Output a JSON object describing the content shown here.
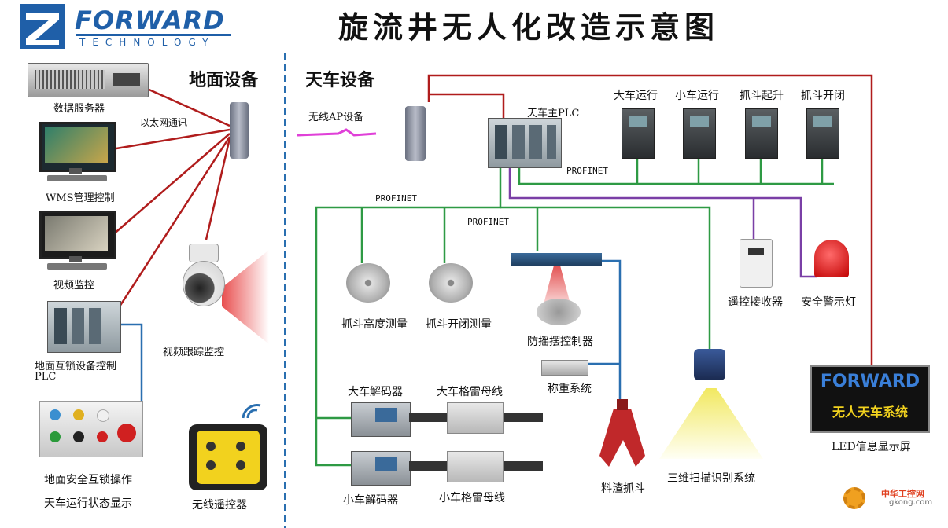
{
  "title": "旋流井无人化改造示意图",
  "logo": {
    "brand": "FORWARD",
    "sub": "TECHNOLOGY"
  },
  "sections": {
    "ground": "地面设备",
    "crane": "天车设备"
  },
  "ground": {
    "data_server": "数据服务器",
    "ethernet": "以太网通讯",
    "wms": "WMS管理控制",
    "video": "视频监控",
    "plc_line1": "地面互锁设备控制",
    "plc_line2": "PLC",
    "tracking": "视频跟踪监控",
    "op_line1": "地面安全互锁操作",
    "op_line2": "天车运行状态显示",
    "remote": "无线遥控器"
  },
  "crane": {
    "ap": "无线AP设备",
    "main_plc": "天车主PLC",
    "drives": [
      "大车运行",
      "小车运行",
      "抓斗起升",
      "抓斗开闭"
    ],
    "profinet": "PROFINET",
    "grab_height": "抓斗高度测量",
    "grab_open": "抓斗开闭测量",
    "antisway": "防摇摆控制器",
    "weigh": "称重系统",
    "receiver": "遥控接收器",
    "alarm": "安全警示灯",
    "led_label": "LED信息显示屏",
    "led_brand": "FORWARD",
    "led_text": "无人天车系统",
    "big_decoder": "大车解码器",
    "big_gray": "大车格雷母线",
    "small_decoder": "小车解码器",
    "small_gray": "小车格雷母线",
    "grab": "料渣抓斗",
    "scan3d": "三维扫描识别系统"
  },
  "watermark": {
    "cn": "中华工控网",
    "url": "gkong.com"
  },
  "colors": {
    "red": "#b01c1c",
    "green": "#2e9a44",
    "blue": "#2a6fb0",
    "purple": "#7a3fa6",
    "logo": "#1f5fa8"
  }
}
